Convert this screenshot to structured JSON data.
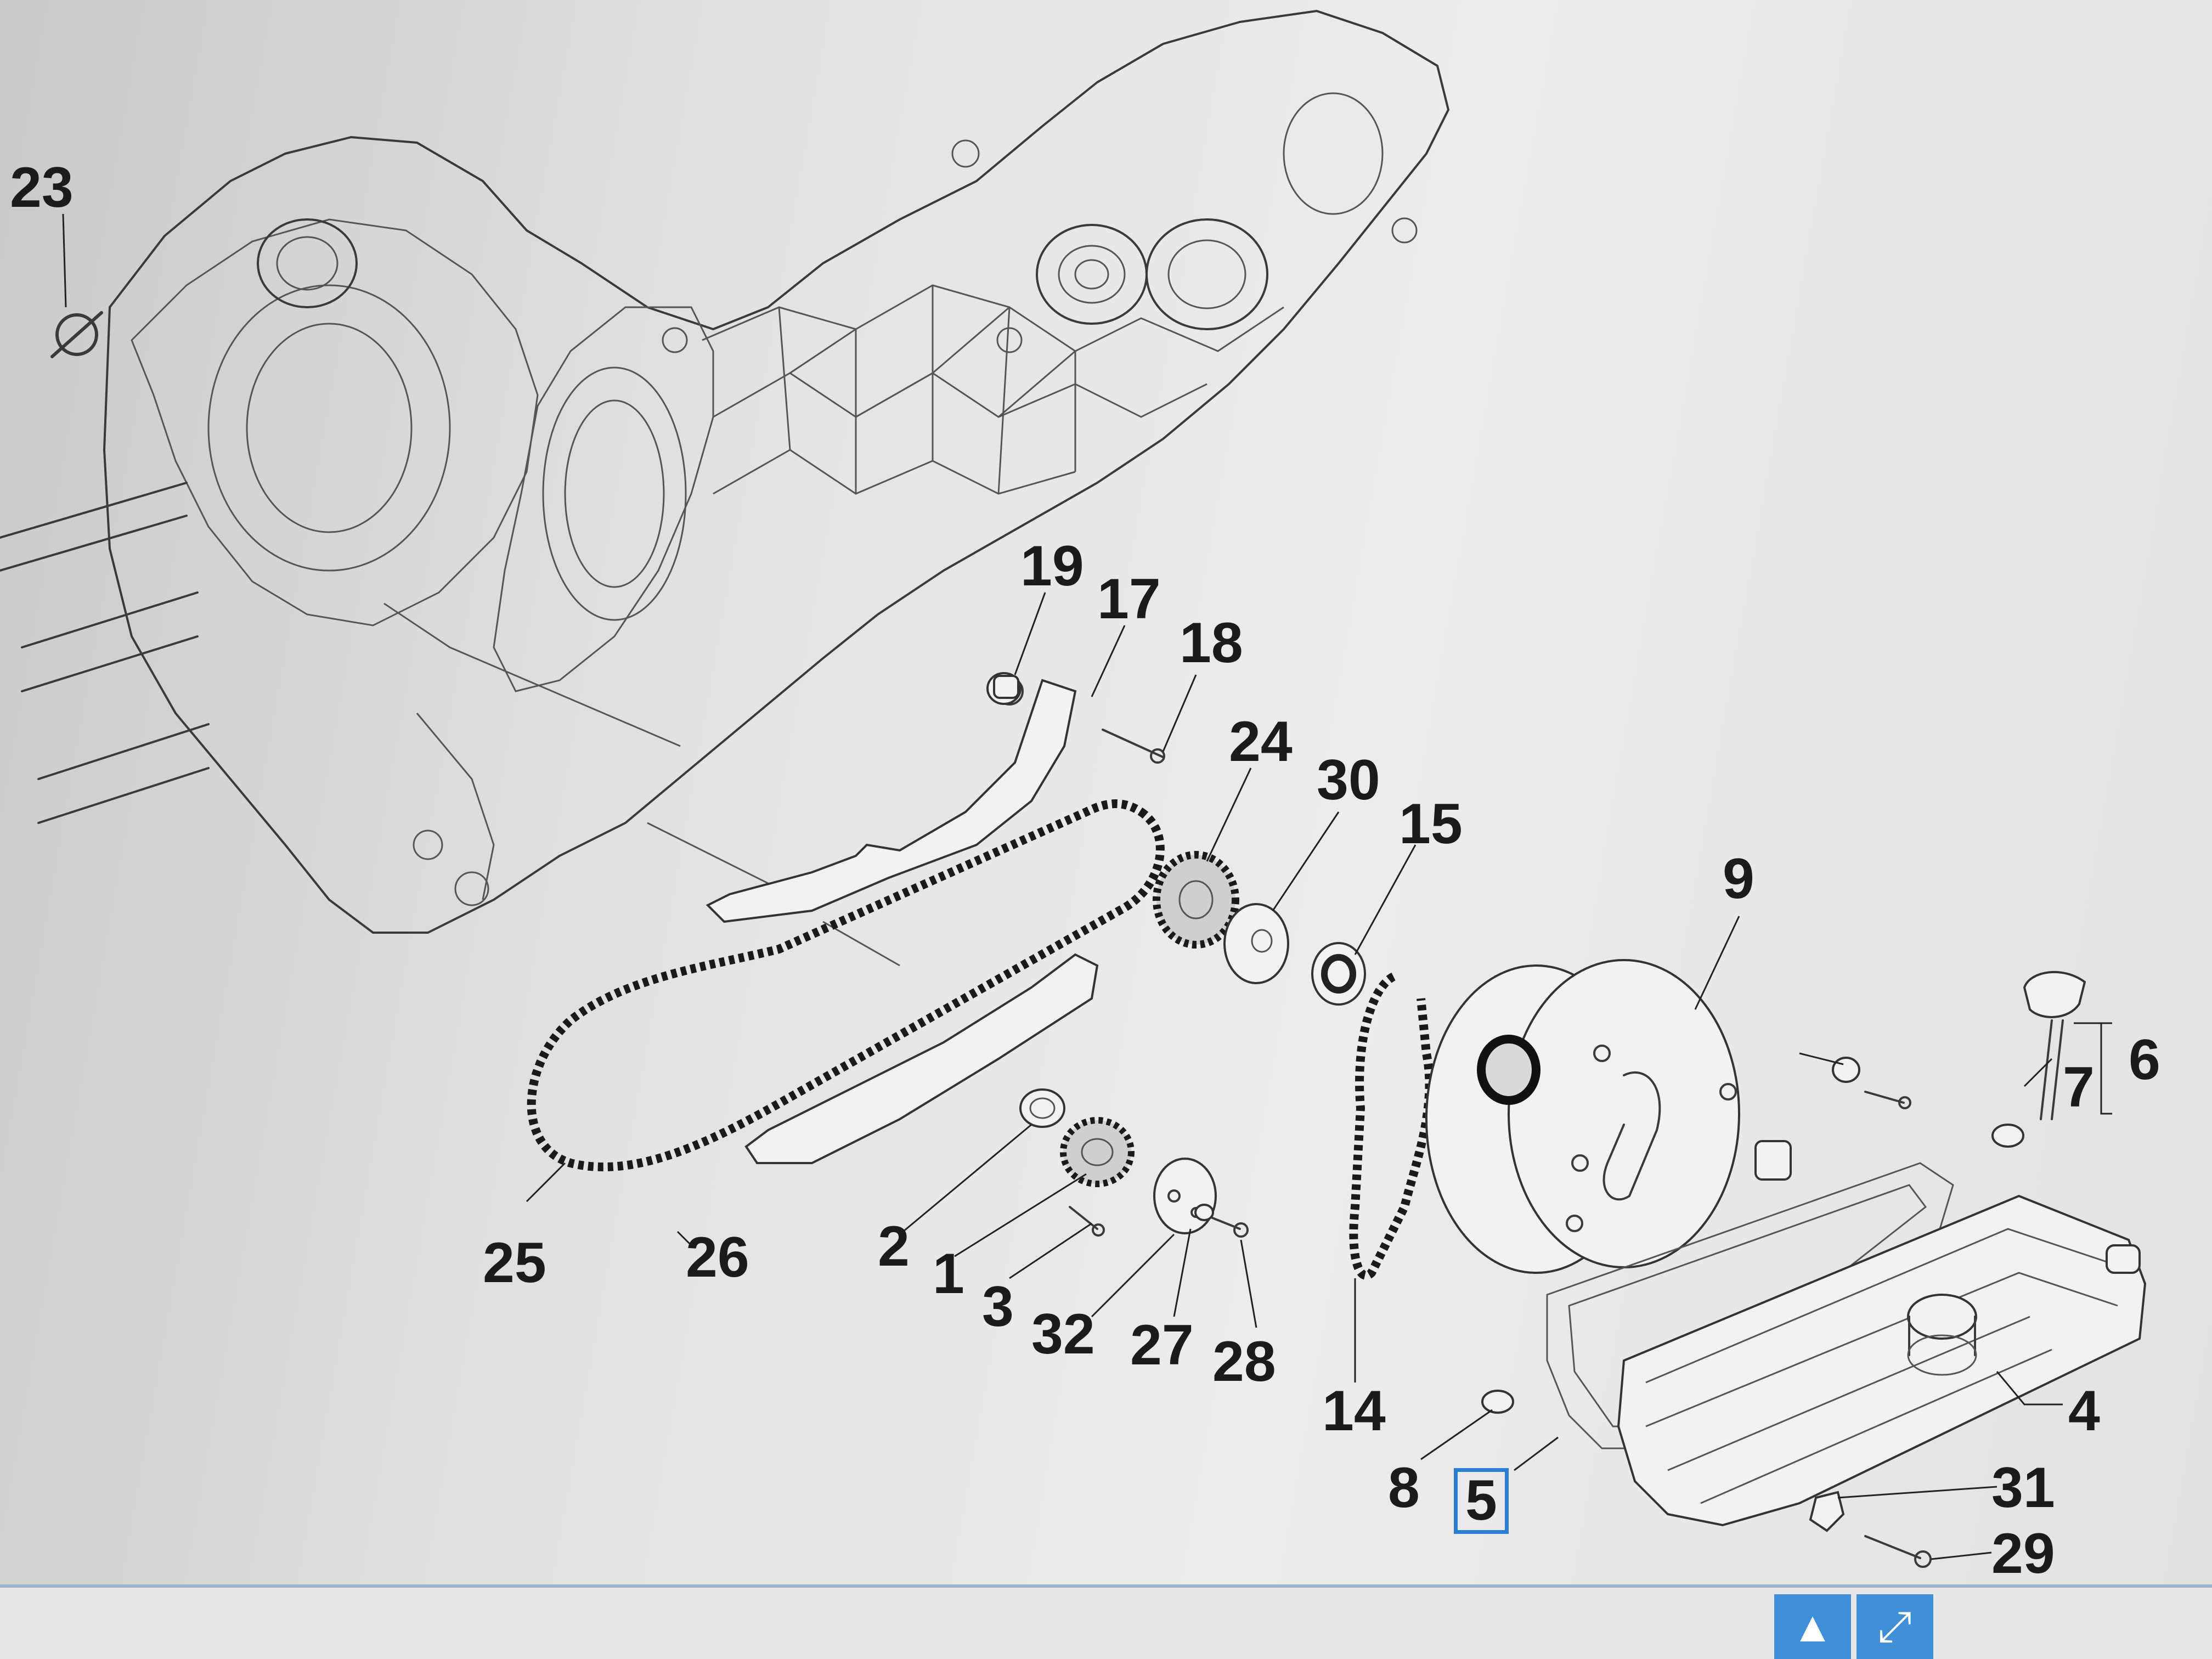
{
  "diagram": {
    "callouts": [
      {
        "id": "23",
        "text": "23"
      },
      {
        "id": "19",
        "text": "19"
      },
      {
        "id": "17",
        "text": "17"
      },
      {
        "id": "18",
        "text": "18"
      },
      {
        "id": "24",
        "text": "24"
      },
      {
        "id": "30",
        "text": "30"
      },
      {
        "id": "15",
        "text": "15"
      },
      {
        "id": "9",
        "text": "9"
      },
      {
        "id": "6",
        "text": "6"
      },
      {
        "id": "7",
        "text": "7"
      },
      {
        "id": "25",
        "text": "25"
      },
      {
        "id": "26",
        "text": "26"
      },
      {
        "id": "2",
        "text": "2"
      },
      {
        "id": "1",
        "text": "1"
      },
      {
        "id": "3",
        "text": "3"
      },
      {
        "id": "32",
        "text": "32"
      },
      {
        "id": "27",
        "text": "27"
      },
      {
        "id": "28",
        "text": "28"
      },
      {
        "id": "14",
        "text": "14"
      },
      {
        "id": "8",
        "text": "8"
      },
      {
        "id": "5",
        "text": "5",
        "selected": true
      },
      {
        "id": "4",
        "text": "4"
      },
      {
        "id": "31",
        "text": "31"
      },
      {
        "id": "29",
        "text": "29"
      }
    ]
  },
  "toolbar": {
    "scroll_up_icon": "triangle-up-icon",
    "expand_icon": "expand-diagonal-icon",
    "accent_color": "#3f8fd9",
    "selection_color": "#2a7fd4"
  }
}
